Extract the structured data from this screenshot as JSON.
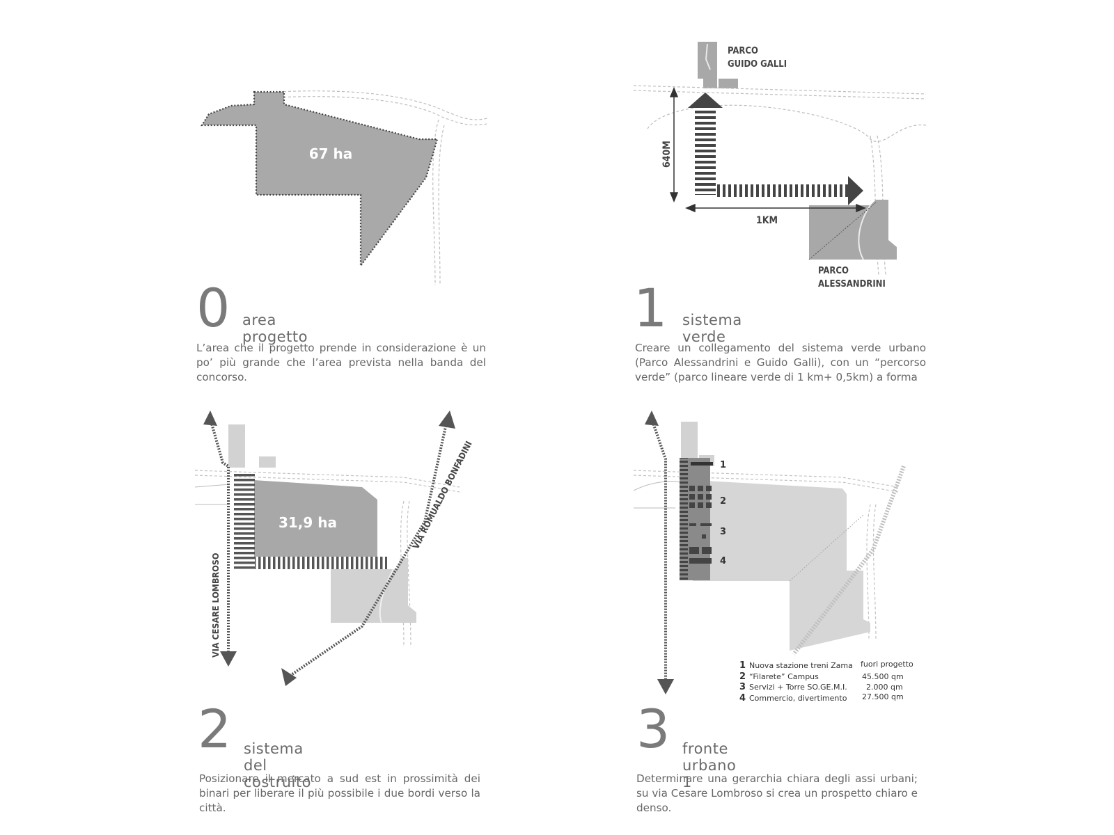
{
  "panels": [
    {
      "number": "0",
      "title": "area progetto",
      "description": "L’area che il progetto prende in considerazione è un po’ più grande che l’area prevista nella banda del concorso.",
      "area_label": "67 ha"
    },
    {
      "number": "1",
      "title": "sistema verde",
      "description": "Creare un collegamento del sistema verde urbano (Parco Alessandrini e Guido Galli), con un “percorso verde” (parco lineare verde di 1 km+ 0,5km)  a forma",
      "park_top_line1": "PARCO",
      "park_top_line2": "GUIDO GALLI",
      "park_bottom_line1": "PARCO",
      "park_bottom_line2": "ALESSANDRINI",
      "vertical_dim": "640M",
      "horizontal_dim": "1KM"
    },
    {
      "number": "2",
      "title": "sistema del costruito",
      "description": "Posizionare il mercato a sud est in prossimità dei binari per liberare il più possibile i due bordi verso la città.",
      "area_label": "31,9 ha",
      "street_1": "VIA CESARE LOMBROSO",
      "street_2": "VIA ROMUALDO BONFADINI"
    },
    {
      "number": "3",
      "title": "fronte urbano 1",
      "description": "Determinare una gerarchia chiara degli assi urbani; su via Cesare Lombroso si crea un prospetto chiaro e denso.",
      "markers": [
        "1",
        "2",
        "3",
        "4"
      ],
      "legend": [
        {
          "num": "1",
          "label": "Nuova stazione treni Zama",
          "value": "fuori progetto"
        },
        {
          "num": "2",
          "label": "“Filarete” Campus",
          "value": "45.500 qm"
        },
        {
          "num": "3",
          "label": "Servizi + Torre SO.GE.M.I.",
          "value": "2.000 qm"
        },
        {
          "num": "4",
          "label": "Commercio, divertimento",
          "value": "27.500 qm"
        }
      ]
    }
  ],
  "colors": {
    "dark": "#555555",
    "mid": "#a8a8a8",
    "light": "#d2d2d2",
    "road": "#bbbbbb",
    "text": "#666666"
  }
}
